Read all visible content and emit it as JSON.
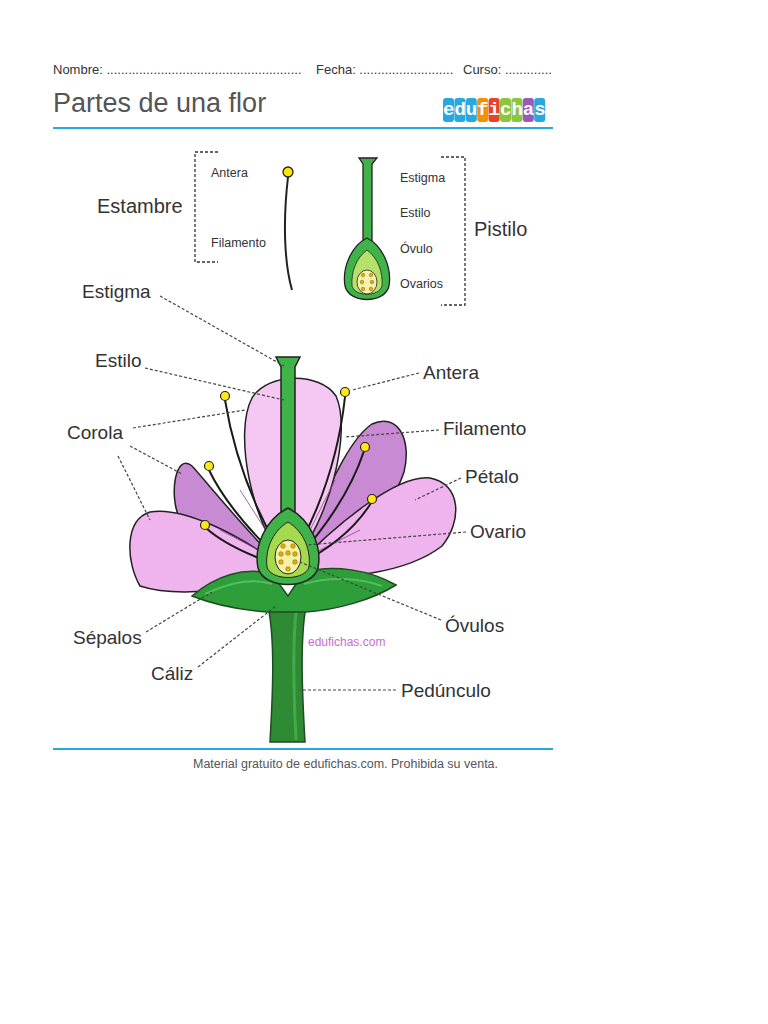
{
  "diagram": {
    "title": "Partes de una flor",
    "labels": [
      "Nombre: ......................................................",
      "Fecha: ..........................",
      "Curso: .............",
      "edufichas",
      "Estambre",
      "Antera",
      "Filamento",
      "Estigma",
      "Estilo",
      "Óvulo",
      "Ovarios",
      "Pistilo",
      "Estigma",
      "Estilo",
      "Antera",
      "Corola",
      "Filamento",
      "Pétalo",
      "Ovario",
      "Sépalos",
      "Óvulos",
      "edufichas.com",
      "Cáliz",
      "Pedúnculo",
      "Material gratuito de edufichas.com. Prohibida su venta."
    ]
  }
}
